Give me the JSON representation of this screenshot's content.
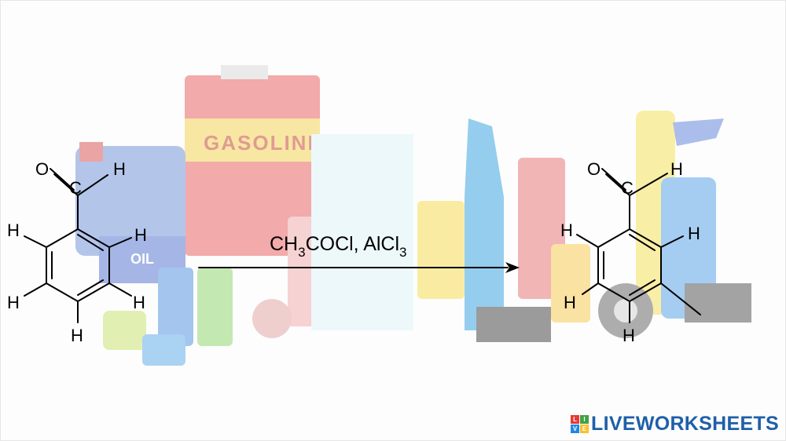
{
  "background": {
    "scene": "household chemical containers",
    "can_label": "GASOLINE",
    "jug_label": "OIL"
  },
  "reactant": {
    "atoms": {
      "o": "O",
      "c": "C",
      "h_aldehyde": "H",
      "h1": "H",
      "h2": "H",
      "h3": "H",
      "h4": "H",
      "h5": "H"
    }
  },
  "reagent": {
    "text_prefix": "CH",
    "sub1": "3",
    "text_mid": "COCl, AlCl",
    "sub2": "3"
  },
  "product": {
    "atoms": {
      "o": "O",
      "c": "C",
      "h_aldehyde": "H",
      "h1": "H",
      "h2": "H",
      "h3": "H",
      "h4": "H"
    }
  },
  "brand": {
    "logo_letters": [
      "L",
      "I",
      "V",
      "E"
    ],
    "logo_colors": [
      "#e53935",
      "#43a047",
      "#1e88e5",
      "#fbc02d"
    ],
    "name": "LIVEWORKSHEETS",
    "color": "#1e5fa8"
  }
}
